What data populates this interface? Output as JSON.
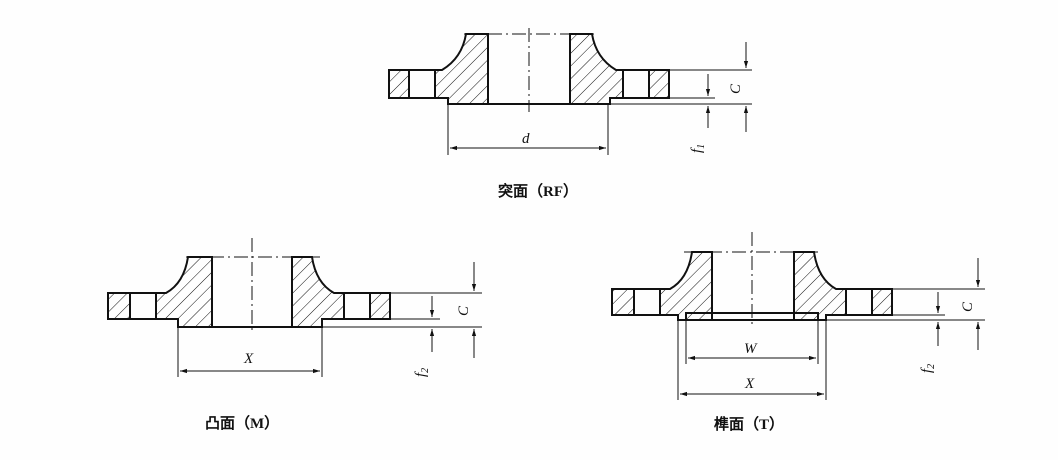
{
  "diagram": {
    "top": {
      "caption": "突面（RF）",
      "dim_d": "d",
      "dim_c": "C",
      "dim_f": "f",
      "dim_f_sub": "1"
    },
    "left": {
      "caption": "凸面（M）",
      "dim_x": "X",
      "dim_c": "C",
      "dim_f": "f",
      "dim_f_sub": "2"
    },
    "right": {
      "caption": "榫面（T）",
      "dim_w": "W",
      "dim_x": "X",
      "dim_c": "C",
      "dim_f": "f",
      "dim_f_sub": "2"
    }
  }
}
